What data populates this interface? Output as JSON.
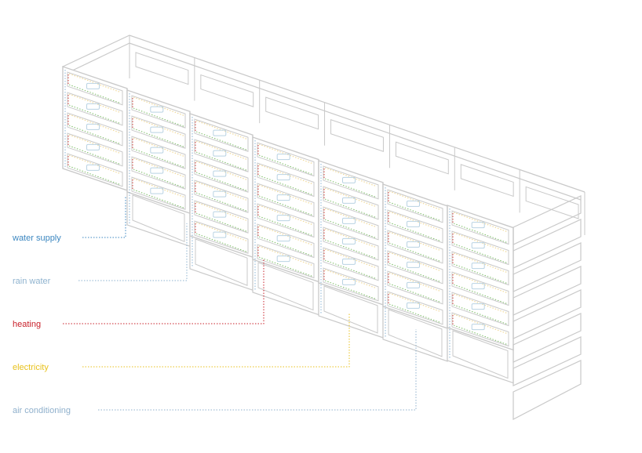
{
  "legend": [
    {
      "key": "water_supply",
      "label": "water supply",
      "color": "#3c87c0",
      "dash": "1.5 2"
    },
    {
      "key": "rain_water",
      "label": "rain water",
      "color": "#8fb3cf",
      "dash": "1.5 2"
    },
    {
      "key": "heating",
      "label": "heating",
      "color": "#c8202a",
      "dash": "1.5 2"
    },
    {
      "key": "electricity",
      "label": "electricity",
      "color": "#e8c21e",
      "dash": "1.5 2"
    },
    {
      "key": "air_conditioning",
      "label": "air conditioning",
      "color": "#8fb0cc",
      "dash": "1.5 2"
    }
  ],
  "colors": {
    "frame": "#c9c9c9",
    "frame_fill": "#ffffff",
    "unit_window": "#b9d3e3",
    "floor_yellow": "#f0d99a",
    "floor_green": "#7fbf6a",
    "floor_red": "#d9433b",
    "floor_blue": "#8ab4d6"
  }
}
